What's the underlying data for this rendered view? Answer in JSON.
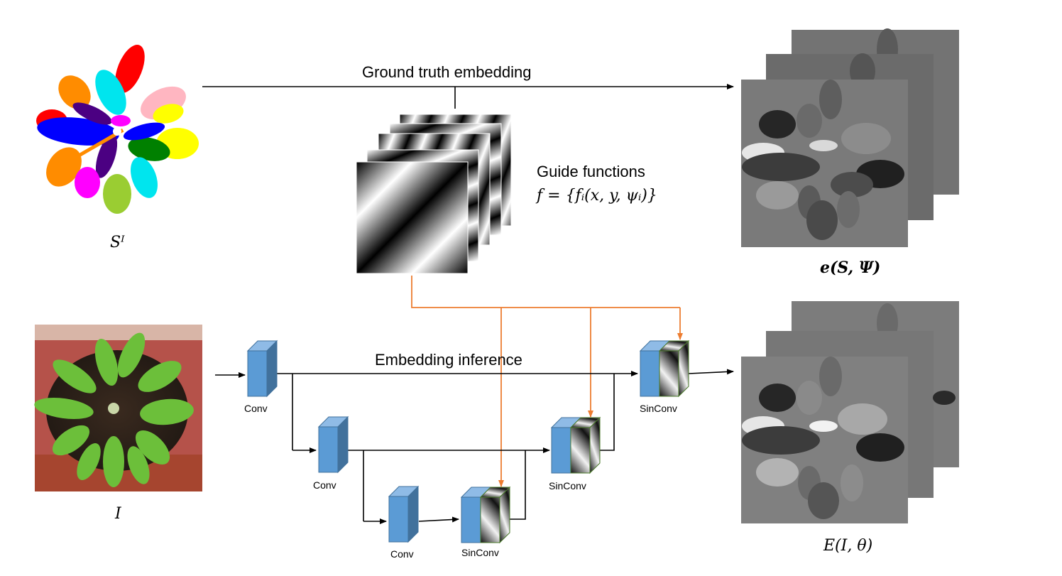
{
  "labels": {
    "ground_truth": "Ground truth embedding",
    "guide_functions": "Guide functions",
    "guide_formula": "f = {fᵢ(x, y, ψᵢ)}",
    "segmentation": "Sᴵ",
    "embedding_gt": "e(S, Ψ)",
    "image": "I",
    "embedding_inference": "Embedding inference",
    "embedding_pred": "E(I, θ)",
    "conv": "Conv",
    "sinconv": "SinConv"
  },
  "colors": {
    "block_front": "#5b9bd5",
    "block_side": "#41719c",
    "guide_arrow": "#ed7d31",
    "line": "#000000",
    "background": "#ffffff"
  }
}
